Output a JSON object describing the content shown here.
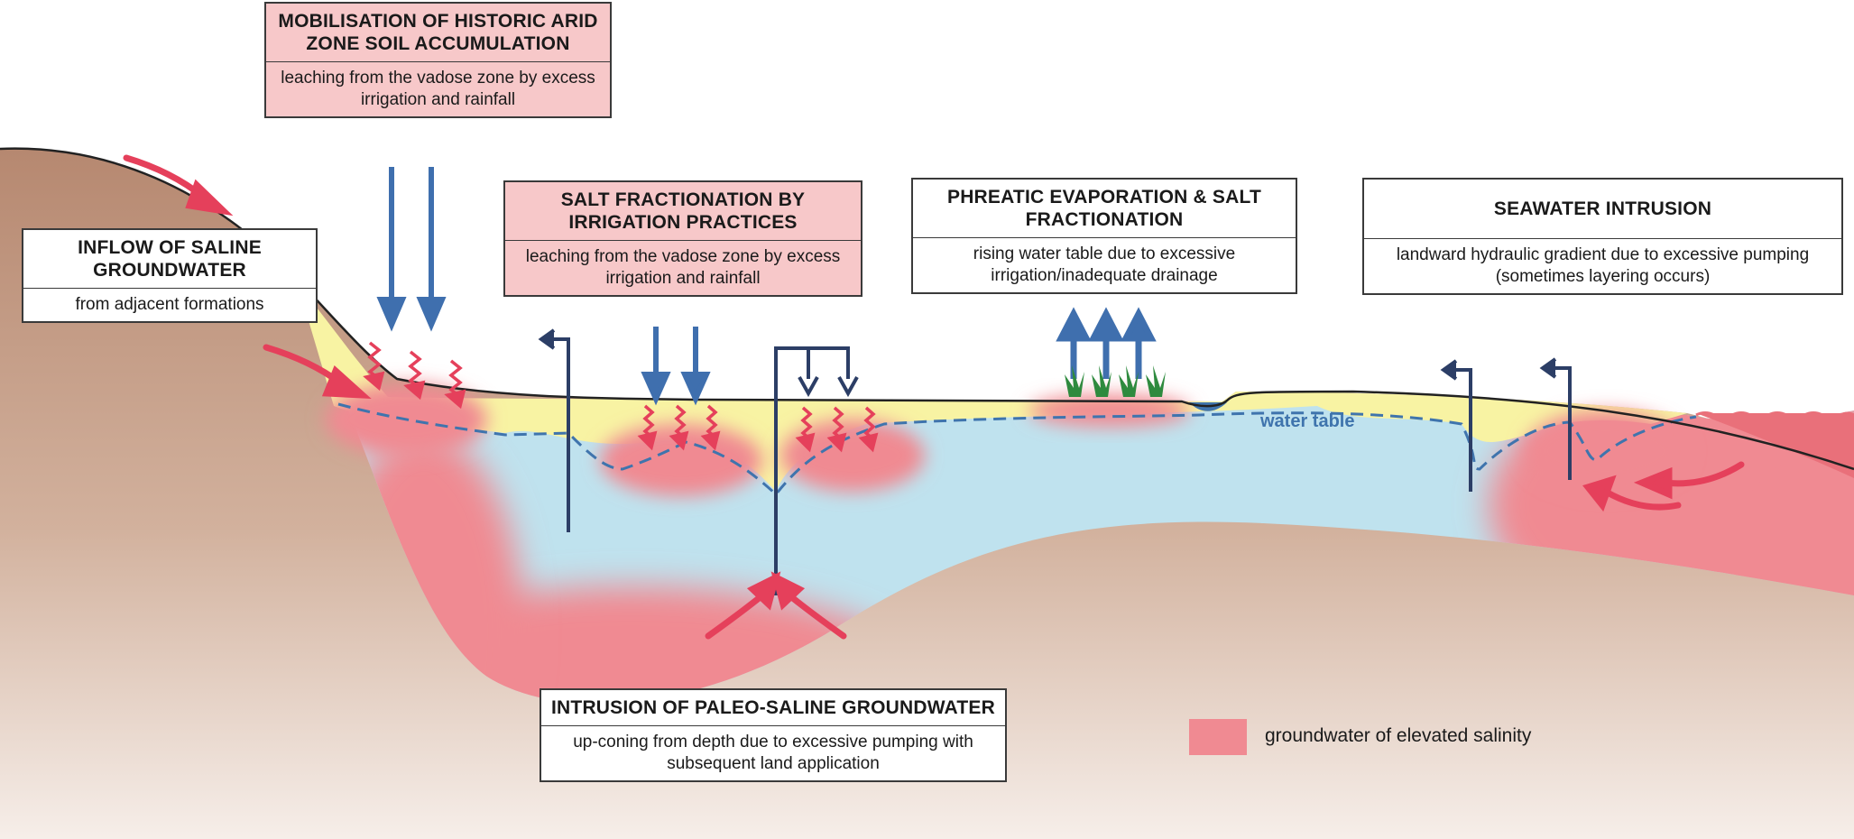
{
  "boxes": {
    "mobilisation": {
      "title": "MOBILISATION OF HISTORIC ARID ZONE SOIL ACCUMULATION",
      "subtitle": "leaching from the vadose zone by excess irrigation and rainfall"
    },
    "inflow": {
      "title": "INFLOW OF SALINE GROUNDWATER",
      "subtitle": "from adjacent formations"
    },
    "salt_fractionation": {
      "title": "SALT FRACTIONATION BY IRRIGATION PRACTICES",
      "subtitle": "leaching from the vadose zone by excess irrigation and rainfall"
    },
    "phreatic": {
      "title": "PHREATIC EVAPORATION & SALT FRACTIONATION",
      "subtitle": "rising water table due to excessive irrigation/inadequate drainage"
    },
    "seawater": {
      "title": "SEAWATER INTRUSION",
      "subtitle": "landward hydraulic gradient due to excessive pumping (sometimes layering occurs)"
    },
    "paleo": {
      "title": "INTRUSION OF PALEO-SALINE GROUNDWATER",
      "subtitle": "up-coning from depth due to excessive pumping with subsequent land  application"
    }
  },
  "labels": {
    "water_table": "water table"
  },
  "legend": {
    "label": "groundwater of elevated salinity",
    "color": "#f08a92"
  },
  "colors": {
    "soil": "#c9a189",
    "groundwater": "#bfe2ee",
    "saline": "#f08a92",
    "vadose": "#f8f3a3",
    "downward_arrow": "#3f6fae",
    "inflow_arrow": "#e5405b",
    "well": "#2c3e66"
  }
}
